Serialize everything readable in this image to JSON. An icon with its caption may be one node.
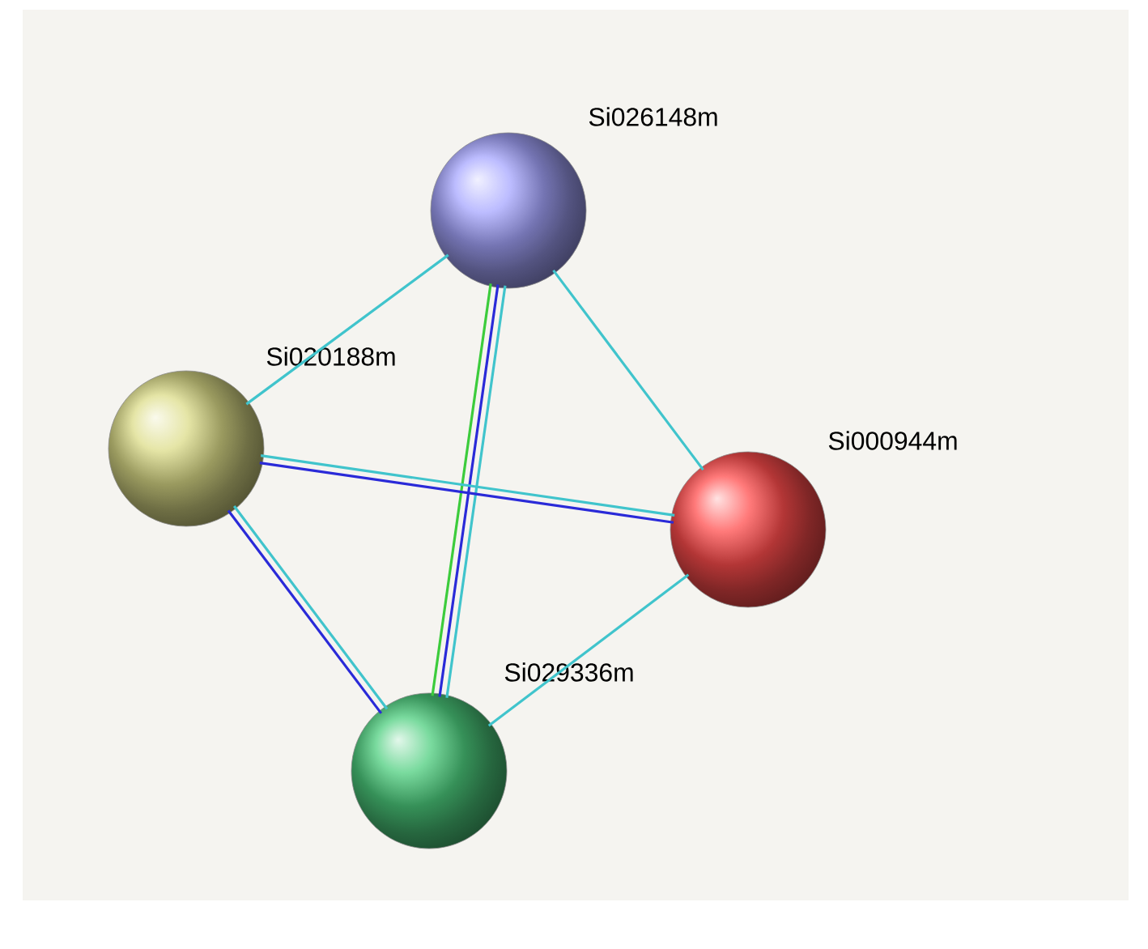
{
  "diagram": {
    "nodes": [
      {
        "text": [
          "Si026148m"
        ]
      },
      {
        "text": [
          "Si020188m"
        ]
      },
      {
        "text": [
          "Si000944m"
        ]
      },
      {
        "text": [
          "Si029336m"
        ]
      }
    ],
    "edges": [
      {
        "from": 0,
        "to": 1,
        "arrow": "none"
      },
      {
        "from": 0,
        "to": 2,
        "arrow": "none"
      },
      {
        "from": 0,
        "to": 3,
        "arrow": "none"
      },
      {
        "from": 0,
        "to": 3,
        "arrow": "none",
        "color": "#2a2ad8"
      },
      {
        "from": 0,
        "to": 3,
        "arrow": "none",
        "color": "#3ccc3c"
      },
      {
        "from": 1,
        "to": 2,
        "arrow": "none"
      },
      {
        "from": 1,
        "to": 2,
        "arrow": "none",
        "color": "#2a2ad8"
      },
      {
        "from": 1,
        "to": 3,
        "arrow": "none"
      },
      {
        "from": 1,
        "to": 3,
        "arrow": "none",
        "color": "#2a2ad8"
      },
      {
        "from": 2,
        "to": 3,
        "arrow": "none"
      }
    ]
  }
}
